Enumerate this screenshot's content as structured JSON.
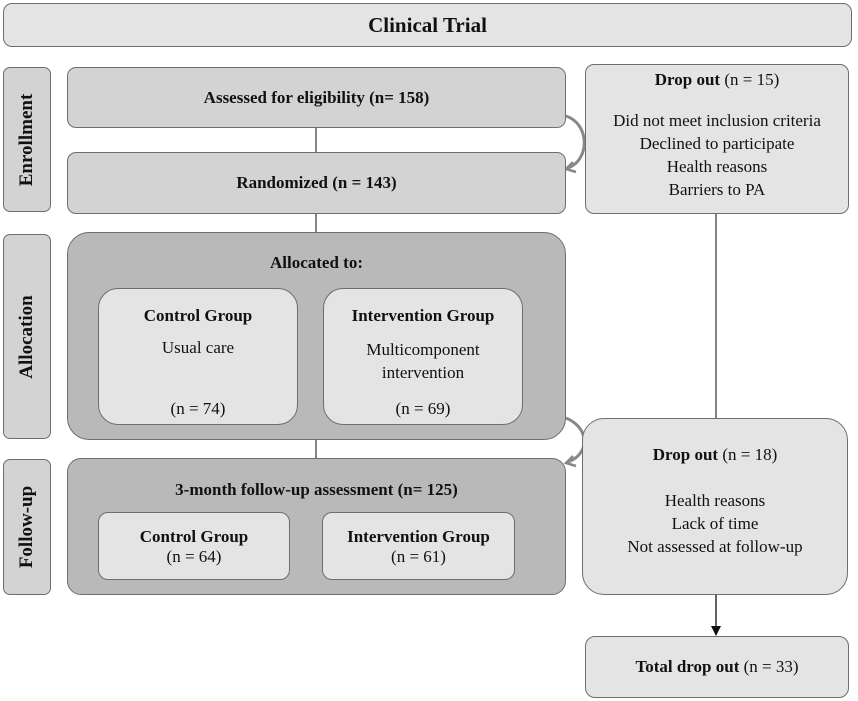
{
  "title": "Clinical Trial",
  "stages": {
    "enrollment": "Enrollment",
    "allocation": "Allocation",
    "followup": "Follow-up"
  },
  "enrollment": {
    "assessed_label": "Assessed for eligibility",
    "assessed_n": "(n= 158)",
    "randomized_label": "Randomized",
    "randomized_n": "(n = 143)"
  },
  "dropout1": {
    "label": "Drop out",
    "n": "(n = 15)",
    "reasons": [
      "Did not meet inclusion criteria",
      "Declined to participate",
      "Health reasons",
      "Barriers to PA"
    ]
  },
  "allocation": {
    "header": "Allocated to:",
    "control": {
      "title": "Control Group",
      "desc": "Usual care",
      "n": "(n = 74)"
    },
    "intervention": {
      "title": "Intervention Group",
      "desc_line1": "Multicomponent",
      "desc_line2": "intervention",
      "n": "(n = 69)"
    }
  },
  "followup": {
    "header": "3-month follow-up assessment",
    "header_n": "(n= 125)",
    "control": {
      "title": "Control Group",
      "n": "(n = 64)"
    },
    "intervention": {
      "title": "Intervention Group",
      "n": "(n = 61)"
    }
  },
  "dropout2": {
    "label": "Drop out",
    "n": "(n = 18)",
    "reasons": [
      "Health reasons",
      "Lack of time",
      "Not assessed at follow-up"
    ]
  },
  "total": {
    "label": "Total drop out",
    "n": "(n = 33)"
  }
}
